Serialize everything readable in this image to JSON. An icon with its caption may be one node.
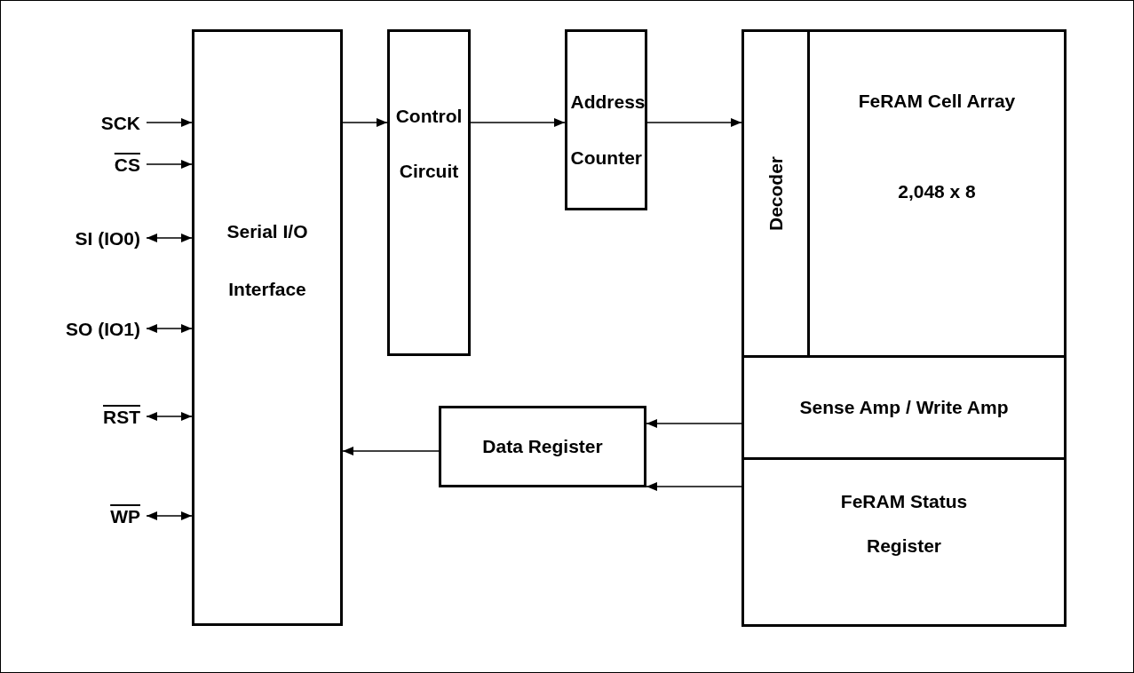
{
  "diagram": {
    "nodes": [
      {
        "text": [
          "SCK"
        ]
      },
      {
        "text": [
          "CS"
        ]
      },
      {
        "text": [
          "SI (IO0)"
        ]
      },
      {
        "text": [
          "SO (IO1)"
        ]
      },
      {
        "text": [
          "RST"
        ]
      },
      {
        "text": [
          "WP"
        ]
      },
      {
        "text": [
          "Serial I/O Interface"
        ]
      },
      {
        "text": [
          "Control Circuit"
        ]
      },
      {
        "text": [
          "Address Counter"
        ]
      },
      {
        "text": [
          "Decoder"
        ]
      },
      {
        "text": [
          "FeRAM Cell Array",
          "2,048 x 8"
        ]
      },
      {
        "text": [
          "Sense Amp / Write Amp"
        ]
      },
      {
        "text": [
          "FeRAM Status Register"
        ]
      },
      {
        "text": [
          "Data Register"
        ]
      }
    ],
    "edges": [
      {
        "from": 0,
        "to": 6,
        "arrow": "to"
      },
      {
        "from": 1,
        "to": 6,
        "arrow": "to"
      },
      {
        "from": 2,
        "to": 6,
        "arrow": "both"
      },
      {
        "from": 3,
        "to": 6,
        "arrow": "both"
      },
      {
        "from": 4,
        "to": 6,
        "arrow": "both"
      },
      {
        "from": 5,
        "to": 6,
        "arrow": "both"
      },
      {
        "from": 6,
        "to": 7,
        "arrow": "to"
      },
      {
        "from": 7,
        "to": 8,
        "arrow": "to"
      },
      {
        "from": 8,
        "to": 9,
        "arrow": "to"
      },
      {
        "from": 11,
        "to": 13,
        "arrow": "to"
      },
      {
        "from": 12,
        "to": 13,
        "arrow": "to"
      },
      {
        "from": 13,
        "to": 6,
        "arrow": "to"
      }
    ]
  }
}
